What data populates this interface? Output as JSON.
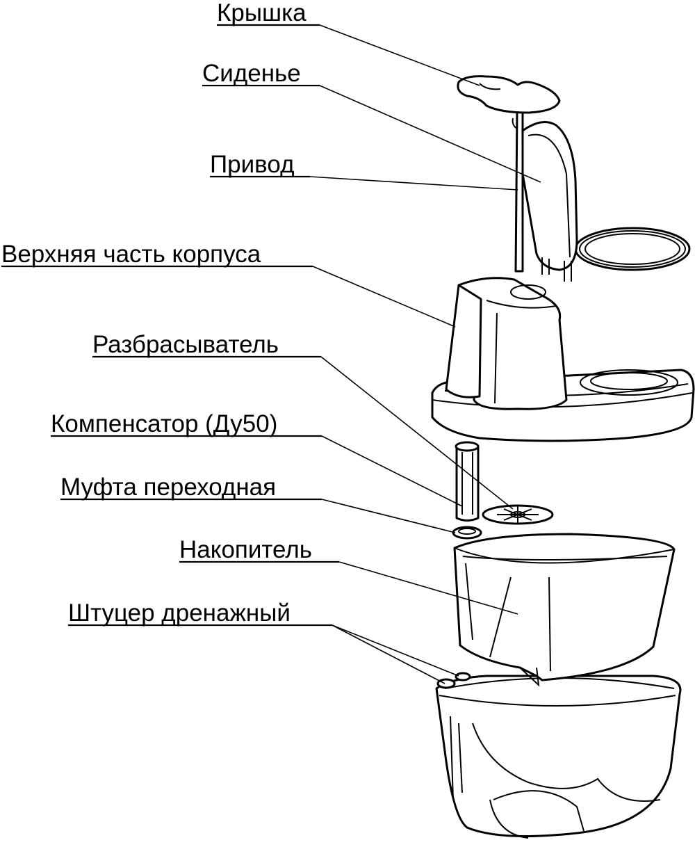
{
  "labels": {
    "lid": "Крышка",
    "seat": "Сиденье",
    "drive": "Привод",
    "upper_body": "Верхняя часть корпуса",
    "spreader": "Разбрасыватель",
    "compensator": "Компенсатор (Ду50)",
    "coupling": "Муфта переходная",
    "tank": "Накопитель",
    "drain_fitting": "Штуцер дренажный"
  },
  "colors": {
    "ink": "#000000",
    "background": "#ffffff"
  }
}
